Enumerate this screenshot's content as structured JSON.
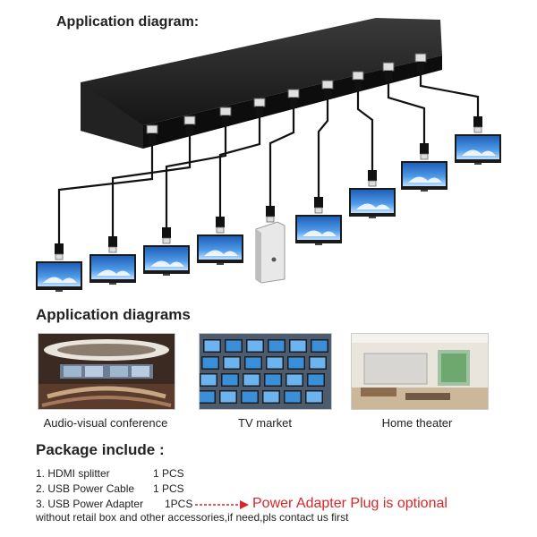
{
  "diagram": {
    "title": "Application diagram:"
  },
  "applications": {
    "title": "Application diagrams",
    "items": [
      {
        "caption": "Audio-visual conference"
      },
      {
        "caption": "TV market"
      },
      {
        "caption": "Home theater"
      }
    ]
  },
  "package": {
    "title": "Package include :",
    "items": [
      {
        "name": "1. HDMI splitter",
        "qty": "1 PCS"
      },
      {
        "name": "2. USB Power Cable",
        "qty": "1 PCS"
      },
      {
        "name": "3. USB Power Adapter",
        "qty": "1PCS"
      }
    ],
    "optional_note": "Power Adapter Plug is optional",
    "footer": "without retail box and other accessories,if need,pls contact us first"
  },
  "colors": {
    "device": "#1b1b1b",
    "note_red": "#d8262a",
    "monitor_screen": "#2f7fd6"
  }
}
